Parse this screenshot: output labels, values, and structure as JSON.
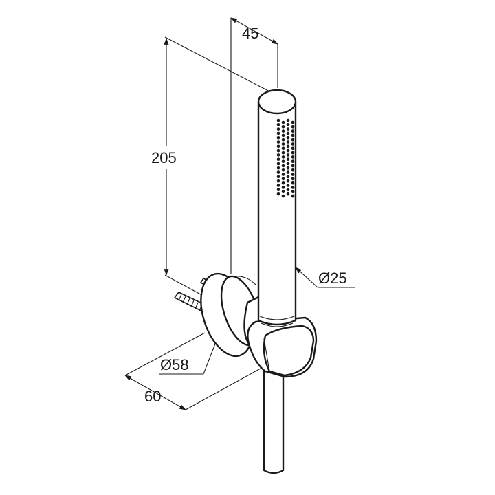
{
  "dimensions": {
    "width_top": "45",
    "height": "205",
    "handle_diameter": "Ø25",
    "flange_diameter": "Ø58",
    "depth": "60"
  },
  "colors": {
    "line": "#1a1a1a",
    "background": "#ffffff"
  }
}
